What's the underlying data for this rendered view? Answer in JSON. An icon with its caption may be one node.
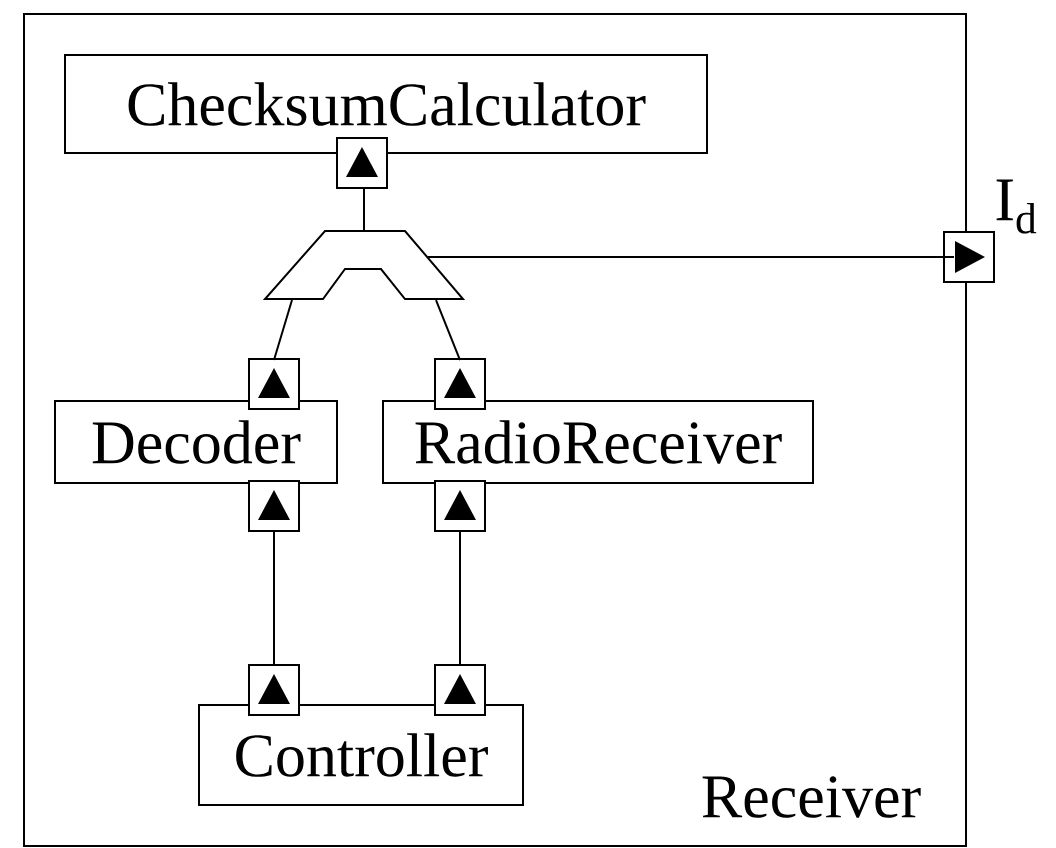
{
  "diagram": {
    "nodes": [
      {
        "text": [
          "Receiver"
        ]
      },
      {
        "text": [
          "ChecksumCalculator"
        ],
        "in": 0
      },
      {
        "text": [
          "Decoder"
        ],
        "in": 0
      },
      {
        "text": [
          "RadioReceiver"
        ],
        "in": 0
      },
      {
        "text": [
          "Controller"
        ],
        "in": 0
      },
      {
        "text": [],
        "shape": "bus",
        "in": 0
      },
      {
        "text": [],
        "shape": "box",
        "beside": [
          "I$_{d}$"
        ]
      }
    ],
    "edges": [
      {
        "from": 4,
        "to": 2,
        "arrow": "to"
      },
      {
        "from": 4,
        "to": 3,
        "arrow": "to"
      },
      {
        "from": 2,
        "to": 5,
        "arrow": "none"
      },
      {
        "from": 3,
        "to": 5,
        "arrow": "none"
      },
      {
        "from": 5,
        "to": 1,
        "arrow": "to"
      },
      {
        "from": 5,
        "to": 6,
        "arrow": "to"
      }
    ]
  }
}
